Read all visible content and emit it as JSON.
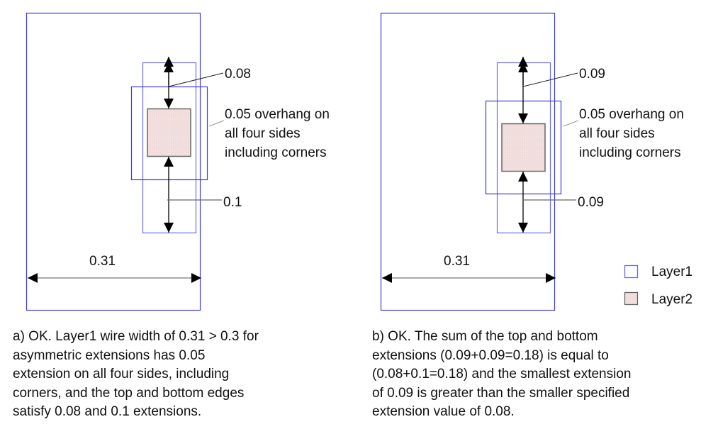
{
  "colors": {
    "layer1_stroke": "#3b3bd6",
    "layer1_stroke_light": "#8080ee",
    "layer2_fill": "#f1dcdc",
    "layer2_stroke": "#666666",
    "arrow": "#000000",
    "dimension_line": "#777777",
    "leader_line": "#444444"
  },
  "legend": {
    "items": [
      {
        "name": "Layer1",
        "label": "Layer1"
      },
      {
        "name": "Layer2",
        "label": "Layer2"
      }
    ]
  },
  "diagrams": [
    {
      "id": "a",
      "top_extension_label": "0.08",
      "bottom_extension_label": "0.1",
      "overhang_label_lines": [
        "0.05 overhang on",
        "all four sides",
        "including corners"
      ],
      "width_label": "0.31",
      "caption": "a) OK. Layer1 wire width of 0.31 > 0.3 for\nasymmetric extensions has 0.05\nextension on all four sides, including\ncorners, and the top and bottom edges\nsatisfy 0.08 and 0.1 extensions."
    },
    {
      "id": "b",
      "top_extension_label": "0.09",
      "bottom_extension_label": "0.09",
      "overhang_label_lines": [
        "0.05 overhang on",
        "all four sides",
        "including corners"
      ],
      "width_label": "0.31",
      "caption": "b) OK. The sum of the top and bottom\nextensions (0.09+0.09=0.18) is equal to\n(0.08+0.1=0.18) and the smallest extension\nof 0.09 is greater than the smaller specified\nextension value of 0.08."
    }
  ]
}
